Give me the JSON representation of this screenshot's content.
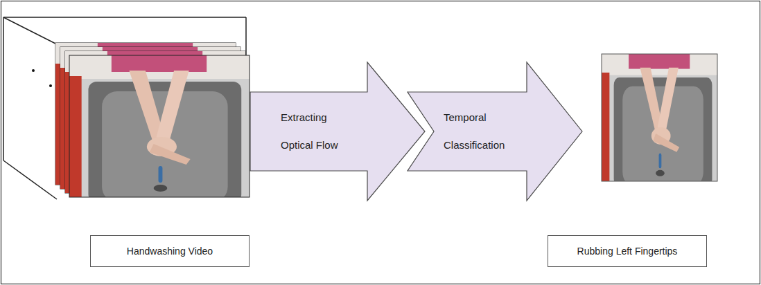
{
  "diagram": {
    "nodes": [
      {
        "text": [
          "Extracting Optical Flow"
        ]
      },
      {
        "text": [
          "Temporal Classification"
        ]
      },
      {
        "text": [
          "Handwashing Video"
        ]
      },
      {
        "text": [
          "Rubbing Left Fingertips"
        ]
      }
    ]
  }
}
